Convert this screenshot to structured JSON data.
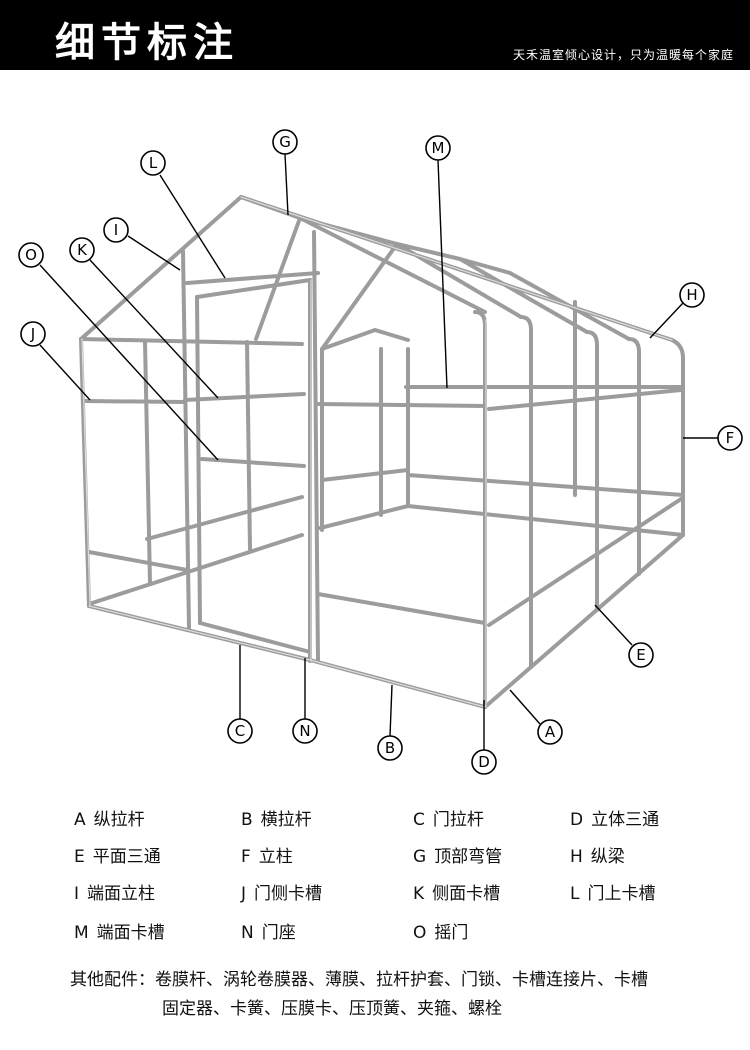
{
  "header": {
    "title": "细节标注",
    "slogan": "天禾温室倾心设计，只为温暖每个家庭"
  },
  "callouts": {
    "A": "A",
    "B": "B",
    "C": "C",
    "D": "D",
    "E": "E",
    "F": "F",
    "G": "G",
    "H": "H",
    "I": "I",
    "J": "J",
    "K": "K",
    "L": "L",
    "M": "M",
    "N": "N",
    "O": "O"
  },
  "legend": [
    {
      "key": "A",
      "label": "纵拉杆"
    },
    {
      "key": "B",
      "label": "横拉杆"
    },
    {
      "key": "C",
      "label": "门拉杆"
    },
    {
      "key": "D",
      "label": "立体三通"
    },
    {
      "key": "E",
      "label": "平面三通"
    },
    {
      "key": "F",
      "label": "立柱"
    },
    {
      "key": "G",
      "label": "顶部弯管"
    },
    {
      "key": "H",
      "label": "纵梁"
    },
    {
      "key": "I",
      "label": "端面立柱"
    },
    {
      "key": "J",
      "label": "门侧卡槽"
    },
    {
      "key": "K",
      "label": "侧面卡槽"
    },
    {
      "key": "L",
      "label": "门上卡槽"
    },
    {
      "key": "M",
      "label": "端面卡槽"
    },
    {
      "key": "N",
      "label": "门座"
    },
    {
      "key": "O",
      "label": "摇门"
    }
  ],
  "other_parts": {
    "line1": "其他配件：卷膜杆、涡轮卷膜器、薄膜、拉杆护套、门锁、卡槽连接片、卡槽",
    "line2": "固定器、卡簧、压膜卡、压顶簧、夹箍、螺栓"
  },
  "colors": {
    "header_bg": "#000000",
    "pipe": "#9c9c9c"
  }
}
